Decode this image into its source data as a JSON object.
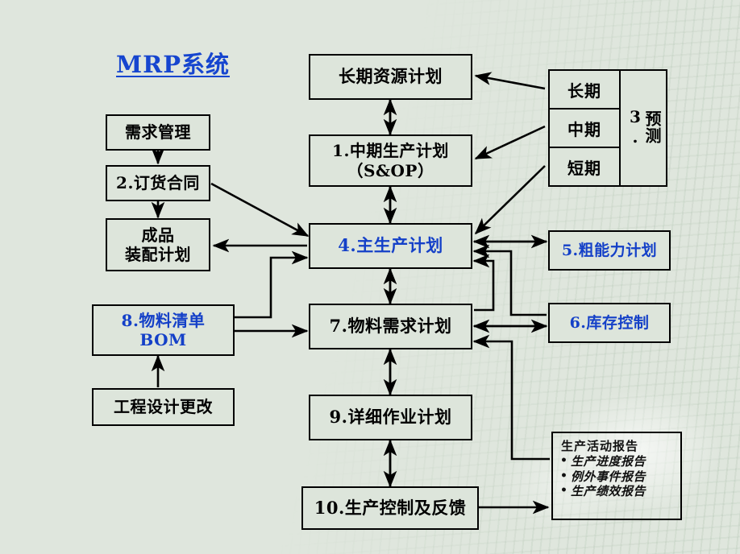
{
  "title": "MRP系统",
  "boxes": {
    "demand_mgmt": "需求管理",
    "order_contract": "2.订货合同",
    "fg_assembly_l1": "成品",
    "fg_assembly_l2": "装配计划",
    "bom_l1": "8.物料清单",
    "bom_l2": "BOM",
    "eng_change": "工程设计更改",
    "long_term_resource": "长期资源计划",
    "mid_term_prod_l1": "1.中期生产计划",
    "mid_term_prod_l2": "（S&OP）",
    "master_schedule": "4.主生产计划",
    "material_requirements": "7.物料需求计划",
    "detailed_schedule": "9.详细作业计划",
    "prod_control": "10.生产控制及反馈",
    "rough_capacity": "5.粗能力计划",
    "inventory_control": "6.库存控制"
  },
  "forecast": {
    "terms": [
      "长期",
      "中期",
      "短期"
    ],
    "label_number": "3.",
    "label_text": "预测"
  },
  "report": {
    "title": "生产活动报告",
    "items": [
      "生产进度报告",
      "例外事件报告",
      "生产绩效报告"
    ]
  },
  "colors": {
    "background": "#dfe6dd",
    "box_fill": "#dde5db",
    "box_border": "#000000",
    "accent_blue": "#1440c8",
    "title_blue": "#1645cf",
    "text_black": "#000000"
  }
}
